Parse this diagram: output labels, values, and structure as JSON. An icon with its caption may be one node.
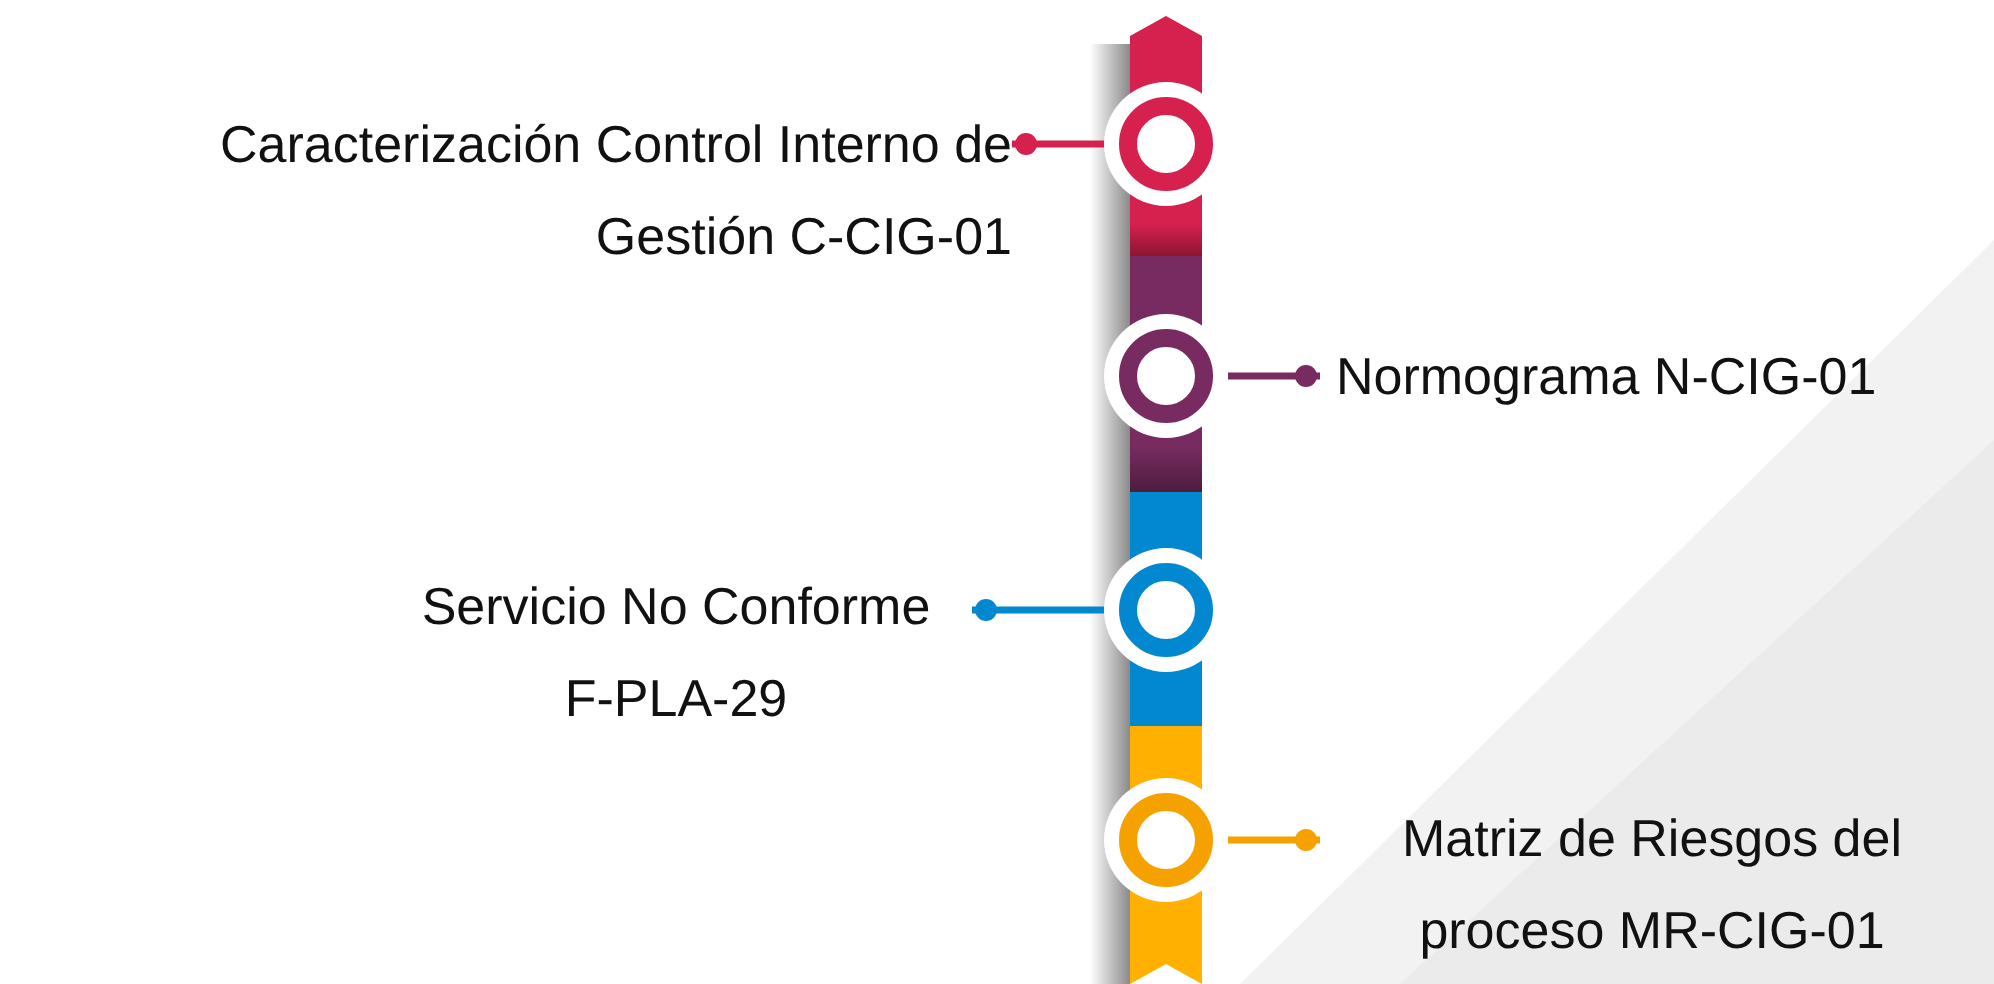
{
  "diagram": {
    "nodes": [
      {
        "text": [
          "Caracterización Control Interno de Gestión C-CIG-01"
        ]
      },
      {
        "text": [],
        "shape": "circle"
      },
      {
        "text": [
          "Normograma N-CIG-01"
        ]
      },
      {
        "text": [],
        "shape": "circle"
      },
      {
        "text": [
          "Servicio No Conforme F-PLA-29"
        ]
      },
      {
        "text": [],
        "shape": "circle"
      },
      {
        "text": [
          "Matriz de Riesgos del proceso MR-CIG-01"
        ]
      },
      {
        "text": [],
        "shape": "circle"
      }
    ],
    "edges": [
      {
        "from": 0,
        "to": 1,
        "arrow": "other",
        "color": "#d6204e"
      },
      {
        "from": 2,
        "to": 3,
        "arrow": "other",
        "color": "#772b60"
      },
      {
        "from": 4,
        "to": 5,
        "arrow": "other",
        "color": "#0288d1"
      },
      {
        "from": 6,
        "to": 7,
        "arrow": "other",
        "color": "#f5a100"
      }
    ]
  }
}
